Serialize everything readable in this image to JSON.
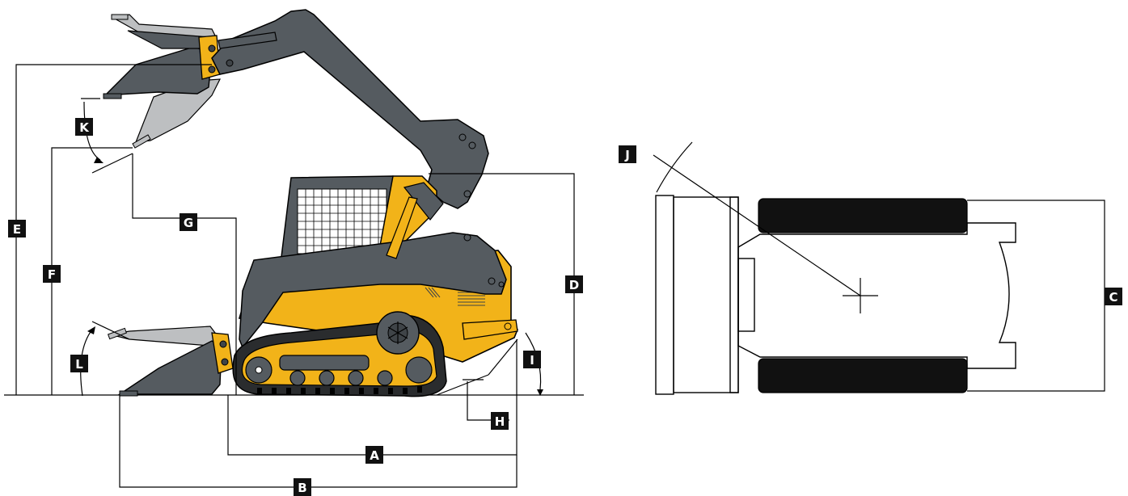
{
  "colors": {
    "arm": "#555b60",
    "arm_dark": "#3f4448",
    "body": "#f2b319",
    "body_dark": "#d49a10",
    "track": "#2a2c2e",
    "bucket_ghost": "#bdbfc1",
    "label_bg": "#111111",
    "label_fg": "#ffffff",
    "line": "#000000"
  },
  "labels": {
    "A": "A",
    "B": "B",
    "C": "C",
    "D": "D",
    "E": "E",
    "F": "F",
    "G": "G",
    "H": "H",
    "I": "I",
    "J": "J",
    "K": "K",
    "L": "L"
  }
}
